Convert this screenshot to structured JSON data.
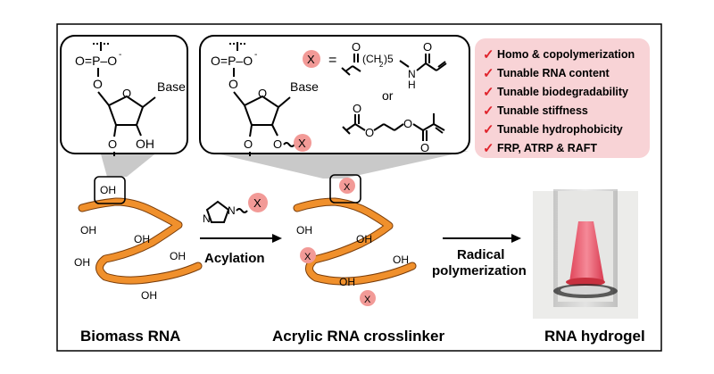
{
  "labels": {
    "biomass": "Biomass RNA",
    "crosslinker": "Acrylic RNA crosslinker",
    "hydrogel": "RNA hydrogel",
    "acylation": "Acylation",
    "radical_1": "Radical",
    "radical_2": "polymerization",
    "or": "or",
    "equals": "=",
    "x": "X"
  },
  "chem": {
    "phosphate": "O=P–O",
    "neg": "-",
    "o": "O",
    "base": "Base",
    "oh": "OH",
    "nh": "N",
    "h": "H",
    "ch2n": "(CH",
    "sub2": "2",
    "sub5": ")5",
    "imid_n": "N"
  },
  "features": [
    "Homo & copolymerization",
    "Tunable RNA content",
    "Tunable biodegradability",
    "Tunable stiffness",
    "Tunable hydrophobicity",
    "FRP, ATRP & RAFT"
  ],
  "check_glyph": "✓",
  "colors": {
    "rna": "#f0902c",
    "x_badge": "#f29a97",
    "feature_bg": "#f8d3d6",
    "check": "#e0242c"
  }
}
